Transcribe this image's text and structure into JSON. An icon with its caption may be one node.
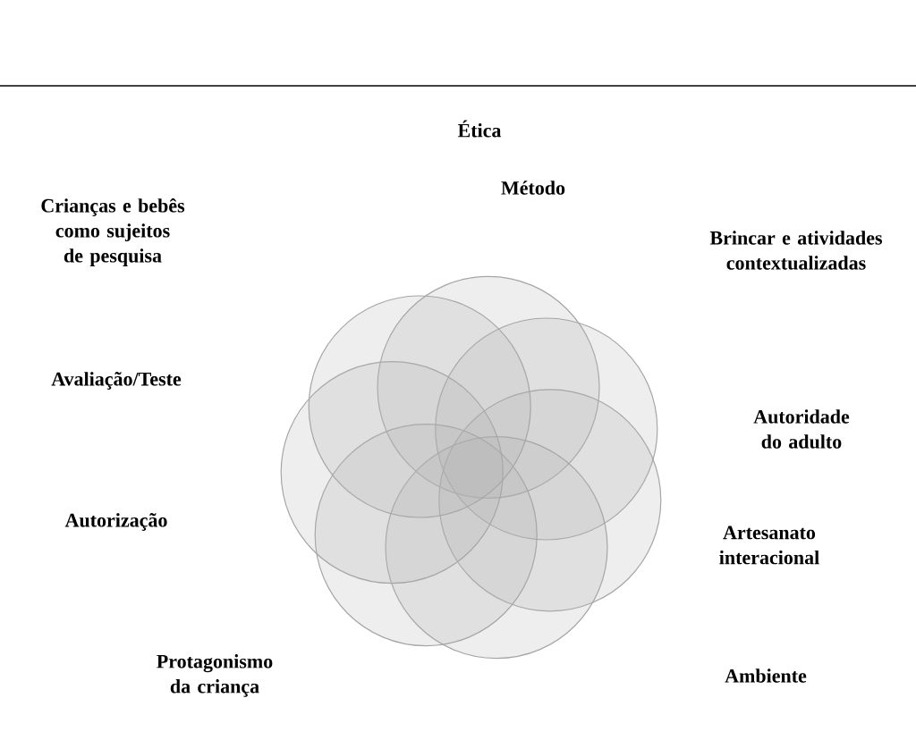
{
  "diagram": {
    "labels": [
      "Ética",
      "Método",
      "Crianças e bebês como sujeitos de pesquisa",
      "Brincar e atividades contextualizadas",
      "Avaliação/Teste",
      "Autoridade do adulto",
      "Autorização",
      "Artesanato interacional",
      "Protagonismo da criança",
      "Ambiente"
    ]
  }
}
